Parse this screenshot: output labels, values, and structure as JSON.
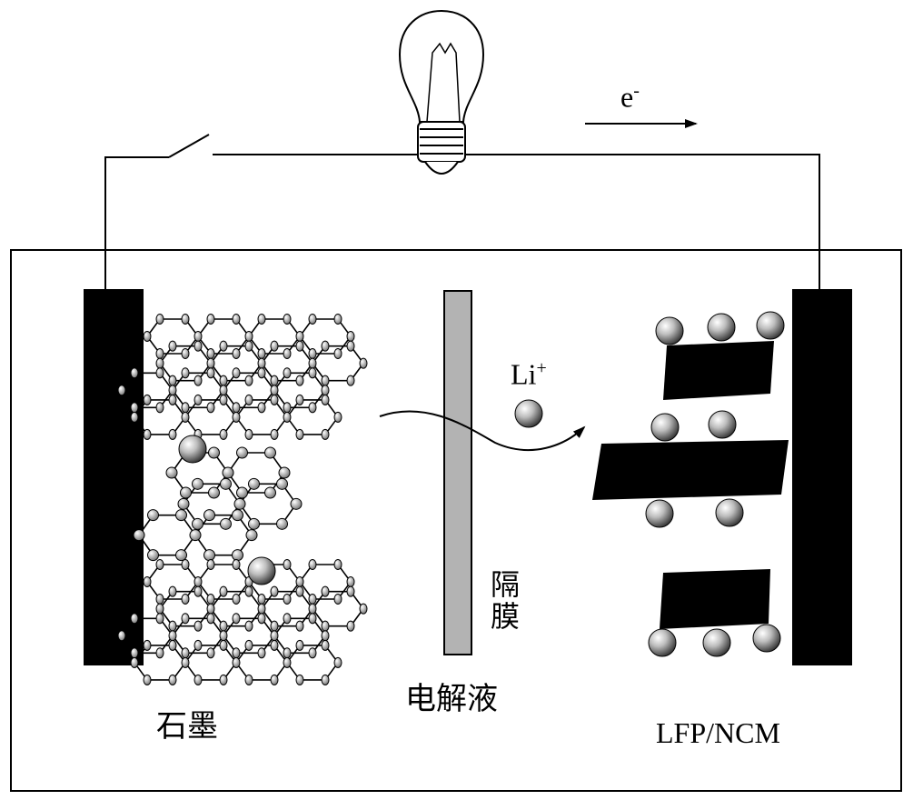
{
  "labels": {
    "electron": "e",
    "electron_charge": "-",
    "lithium_ion": "Li",
    "lithium_charge": "+",
    "separator": "隔膜",
    "electrolyte": "电解液",
    "anode": "石墨",
    "cathode": "LFP/NCM"
  },
  "colors": {
    "stroke": "#000000",
    "electrode": "#000000",
    "separator": "#b3b3b3",
    "ion_light": "#ffffff",
    "ion_dark": "#555555"
  },
  "icons": {
    "light_bulb": "light-bulb-icon",
    "switch": "switch-icon",
    "lithium_ion": "lithium-ion-sphere-icon"
  }
}
